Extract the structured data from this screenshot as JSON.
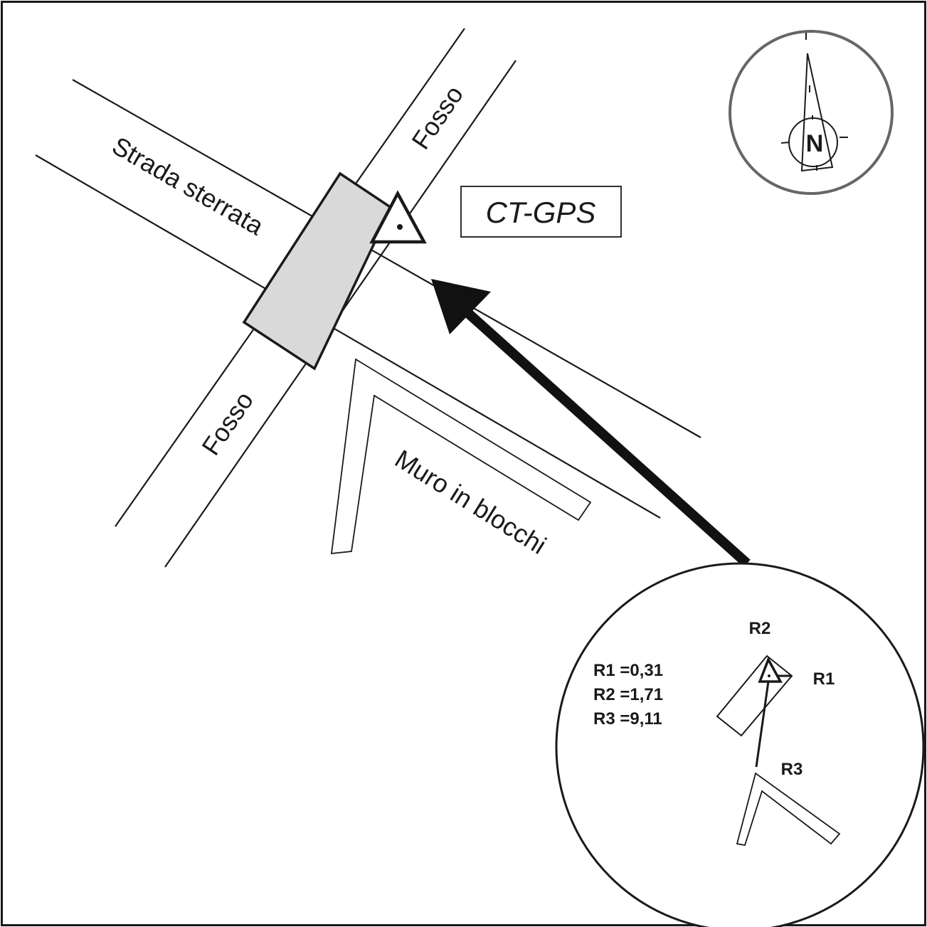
{
  "labels": {
    "road": "Strada sterrata",
    "ditch_upper": "Fosso",
    "ditch_lower": "Fosso",
    "wall": "Muro in blocchi",
    "station": "CT-GPS",
    "north": "N"
  },
  "inset": {
    "r1_label": "R1",
    "r2_label": "R2",
    "r3_label": "R3",
    "measurements": [
      "R1 =0,31",
      "R2 =1,71",
      "R3 =9,11"
    ]
  },
  "colors": {
    "bridge_fill": "#d9d9d9",
    "compass_ring": "#666666",
    "ink": "#1a1a1a"
  }
}
